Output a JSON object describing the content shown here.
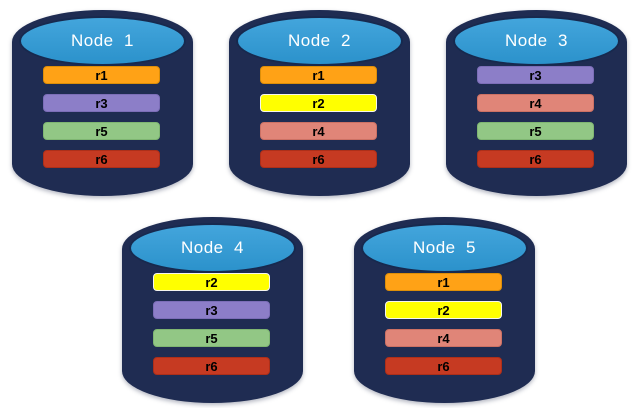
{
  "canvas": {
    "background": "#FFFFFF"
  },
  "palette": {
    "canvas_bg": "#FFFFFF",
    "cylinder_body": "#1F2C52",
    "cylinder_top_fill": "#2E9BD8",
    "cylinder_top_border": "#17294E",
    "title_color": "#FFFFFF",
    "bar_text_color": "#000000"
  },
  "resources": {
    "r1": {
      "label": "r1",
      "fill": "#FFA216",
      "border": "#DD8E08"
    },
    "r2": {
      "label": "r2",
      "fill": "#FFFF00",
      "border": "#F5F5EF"
    },
    "r3": {
      "label": "r3",
      "fill": "#8C7EC8",
      "border": "#7C6EB8"
    },
    "r4": {
      "label": "r4",
      "fill": "#E08578",
      "border": "#CC7164"
    },
    "r5": {
      "label": "r5",
      "fill": "#92C785",
      "border": "#7FB672"
    },
    "r6": {
      "label": "r6",
      "fill": "#C63A22",
      "border": "#AD2F19"
    }
  },
  "nodes": [
    {
      "title": "Node  1",
      "resources": [
        "r1",
        "r3",
        "r5",
        "r6"
      ],
      "row": 1
    },
    {
      "title": "Node  2",
      "resources": [
        "r1",
        "r2",
        "r4",
        "r6"
      ],
      "row": 1
    },
    {
      "title": "Node  3",
      "resources": [
        "r3",
        "r4",
        "r5",
        "r6"
      ],
      "row": 1
    },
    {
      "title": "Node  4",
      "resources": [
        "r2",
        "r3",
        "r5",
        "r6"
      ],
      "row": 2
    },
    {
      "title": "Node  5",
      "resources": [
        "r1",
        "r2",
        "r4",
        "r6"
      ],
      "row": 2
    }
  ]
}
